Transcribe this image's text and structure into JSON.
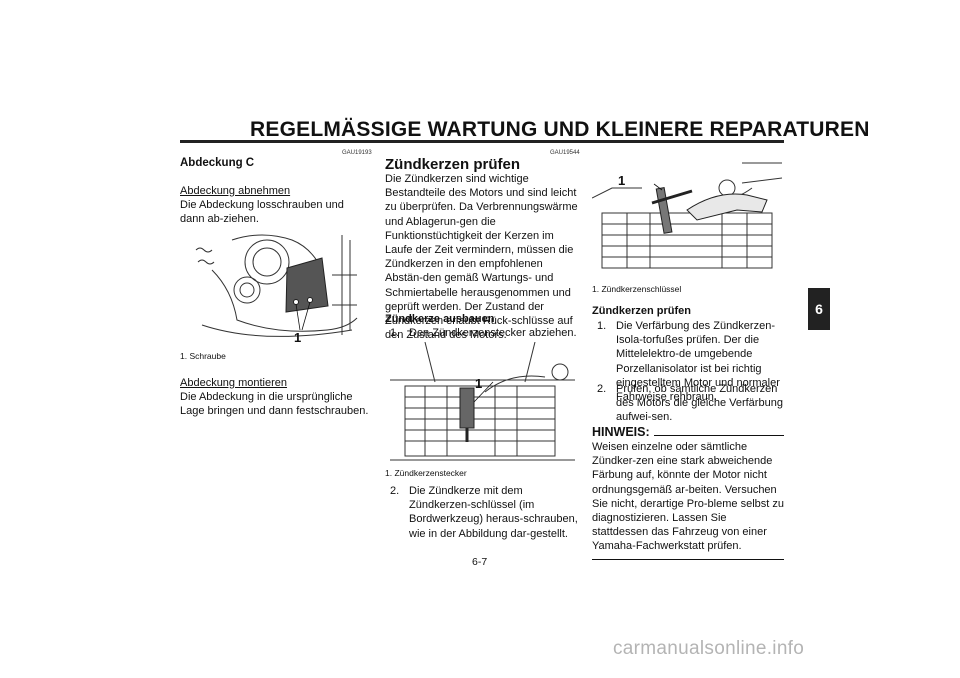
{
  "header": {
    "title": "REGELMÄSSIGE WARTUNG UND KLEINERE REPARATUREN"
  },
  "side_tab": {
    "label": "6"
  },
  "left": {
    "code": "GAU19193",
    "heading": "Abdeckung C",
    "remove_title": "Abdeckung abnehmen",
    "remove_text": "Die Abdeckung losschrauben und dann ab-ziehen.",
    "figure_callout": "1",
    "figure_caption": "1. Schraube",
    "install_title": "Abdeckung montieren",
    "install_text": "Die Abdeckung in die ursprüngliche Lage bringen und dann festschrauben."
  },
  "middle": {
    "code": "GAU19544",
    "heading": "Zündkerzen prüfen",
    "intro": "Die Zündkerzen sind wichtige Bestandteile des Motors und sind leicht zu überprüfen. Da Verbrennungswärme und Ablagerun-gen die Funktionstüchtigkeit der Kerzen im Laufe der Zeit vermindern, müssen die Zündkerzen in den empfohlenen Abstän-den gemäß Wartungs- und Schmiertabelle herausgenommen und geprüft werden. Der Zustand der Zündkerzen erlaubt Rück-schlüsse auf den Zustand des Motors.",
    "remove_heading": "Zündkerze ausbauen",
    "step1_num": "1.",
    "step1_text": "Den Zündkerzenstecker abziehen.",
    "figure_callout": "1",
    "figure_caption": "1. Zündkerzenstecker",
    "step2_num": "2.",
    "step2_text": "Die Zündkerze mit dem Zündkerzen-schlüssel (im Bordwerkzeug) heraus-schrauben, wie in der Abbildung dar-gestellt."
  },
  "right": {
    "figure_callout": "1",
    "figure_caption": "1. Zündkerzenschlüssel",
    "check_heading": "Zündkerzen prüfen",
    "step1_num": "1.",
    "step1_text": "Die Verfärbung des Zündkerzen-Isola-torfußes prüfen. Der die Mittelelektro-de umgebende Porzellanisolator ist bei richtig eingestelltem Motor und normaler Fahrweise rehbraun.",
    "step2_num": "2.",
    "step2_text": "Prüfen, ob sämtliche Zündkerzen des Motors die gleiche Verfärbung aufwei-sen.",
    "note_label": "HINWEIS:",
    "note_text": "Weisen einzelne oder sämtliche Zündker-zen eine stark abweichende Färbung auf, könnte der Motor nicht ordnungsgemäß ar-beiten. Versuchen Sie nicht, derartige Pro-bleme selbst zu diagnostizieren. Lassen Sie stattdessen das Fahrzeug von einer Yamaha-Fachwerkstatt prüfen."
  },
  "footer": {
    "page_number": "6-7"
  },
  "watermark": {
    "text": "carmanualsonline.info"
  }
}
